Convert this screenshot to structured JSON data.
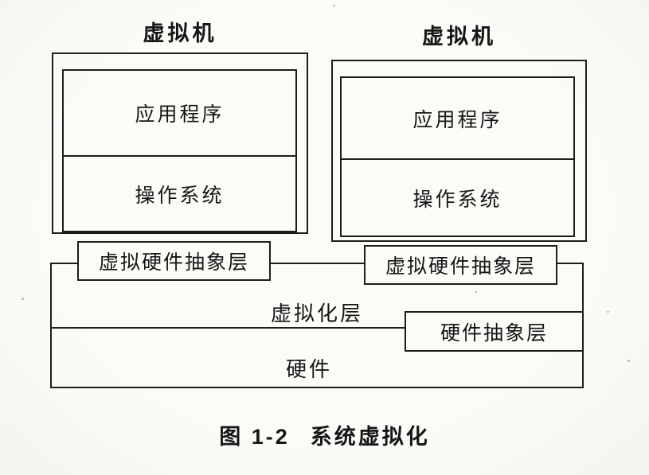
{
  "figure": {
    "caption": {
      "prefix": "图 1-2",
      "title": "系统虚拟化"
    },
    "vm_left": {
      "label": "虚拟机",
      "app": "应用程序",
      "os": "操作系统"
    },
    "vm_right": {
      "label": "虚拟机",
      "app": "应用程序",
      "os": "操作系统"
    },
    "layers": {
      "vhal_left": "虚拟硬件抽象层",
      "vhal_right": "虚拟硬件抽象层",
      "virtualization_layer": "虚拟化层",
      "hal": "硬件抽象层",
      "hardware": "硬件"
    },
    "colors": {
      "line": "#1d1d1d",
      "background": "#fbfbf8",
      "text": "#161616"
    }
  }
}
